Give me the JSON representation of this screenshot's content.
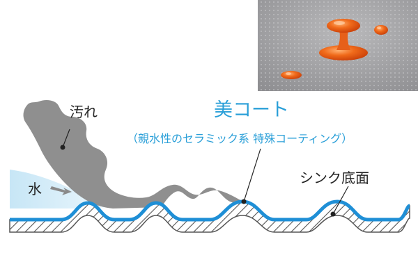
{
  "labels": {
    "dirt": "汚れ",
    "water": "水",
    "coat_title": "美コート",
    "coat_subtitle": "（親水性のセラミック系  特殊コーティング）",
    "sink_bottom": "シンク底面"
  },
  "icons": {
    "water_flow": "right-arrow-icon",
    "callout_point": "dot-icon"
  },
  "colors": {
    "coat_blue": "#1f8fd6",
    "title_blue": "#2a9fd8",
    "dirt_gray": "#8f8f8f",
    "water_light_blue": "#cfe9f7",
    "hatch_dark": "#555555",
    "drop_orange": "#e85a12",
    "photo_bg": "#a6a6a8"
  }
}
